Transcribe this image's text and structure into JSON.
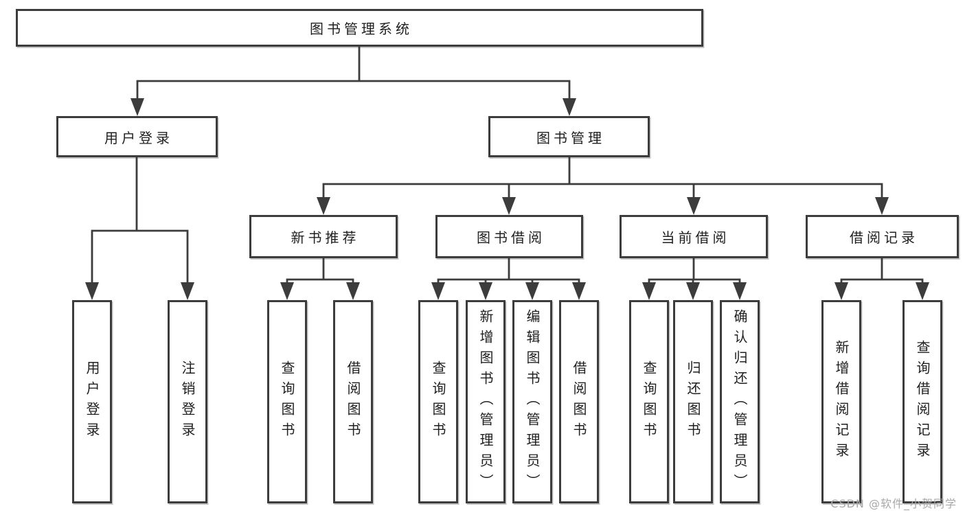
{
  "tree": {
    "label": "图书管理系统",
    "children": [
      {
        "label": "用户登录",
        "children": [
          {
            "label": "用户登录"
          },
          {
            "label": "注销登录"
          }
        ]
      },
      {
        "label": "图书管理",
        "children": [
          {
            "label": "新书推荐",
            "children": [
              {
                "label": "查询图书"
              },
              {
                "label": "借阅图书"
              }
            ]
          },
          {
            "label": "图书借阅",
            "children": [
              {
                "label": "查询图书"
              },
              {
                "label": "新增图书（管理员）"
              },
              {
                "label": "编辑图书（管理员）"
              },
              {
                "label": "借阅图书"
              }
            ]
          },
          {
            "label": "当前借阅",
            "children": [
              {
                "label": "查询图书"
              },
              {
                "label": "归还图书"
              },
              {
                "label": "确认归还（管理员）"
              }
            ]
          },
          {
            "label": "借阅记录",
            "children": [
              {
                "label": "新增借阅记录"
              },
              {
                "label": "查询借阅记录"
              }
            ]
          }
        ]
      }
    ]
  },
  "watermark": "CSDN @软件_小贺同学",
  "colors": {
    "line": "#3c3c3c",
    "box_border": "#3c3c3c",
    "text": "#1f1f1f",
    "background": "#ffffff",
    "watermark": "#a8a8a8"
  }
}
